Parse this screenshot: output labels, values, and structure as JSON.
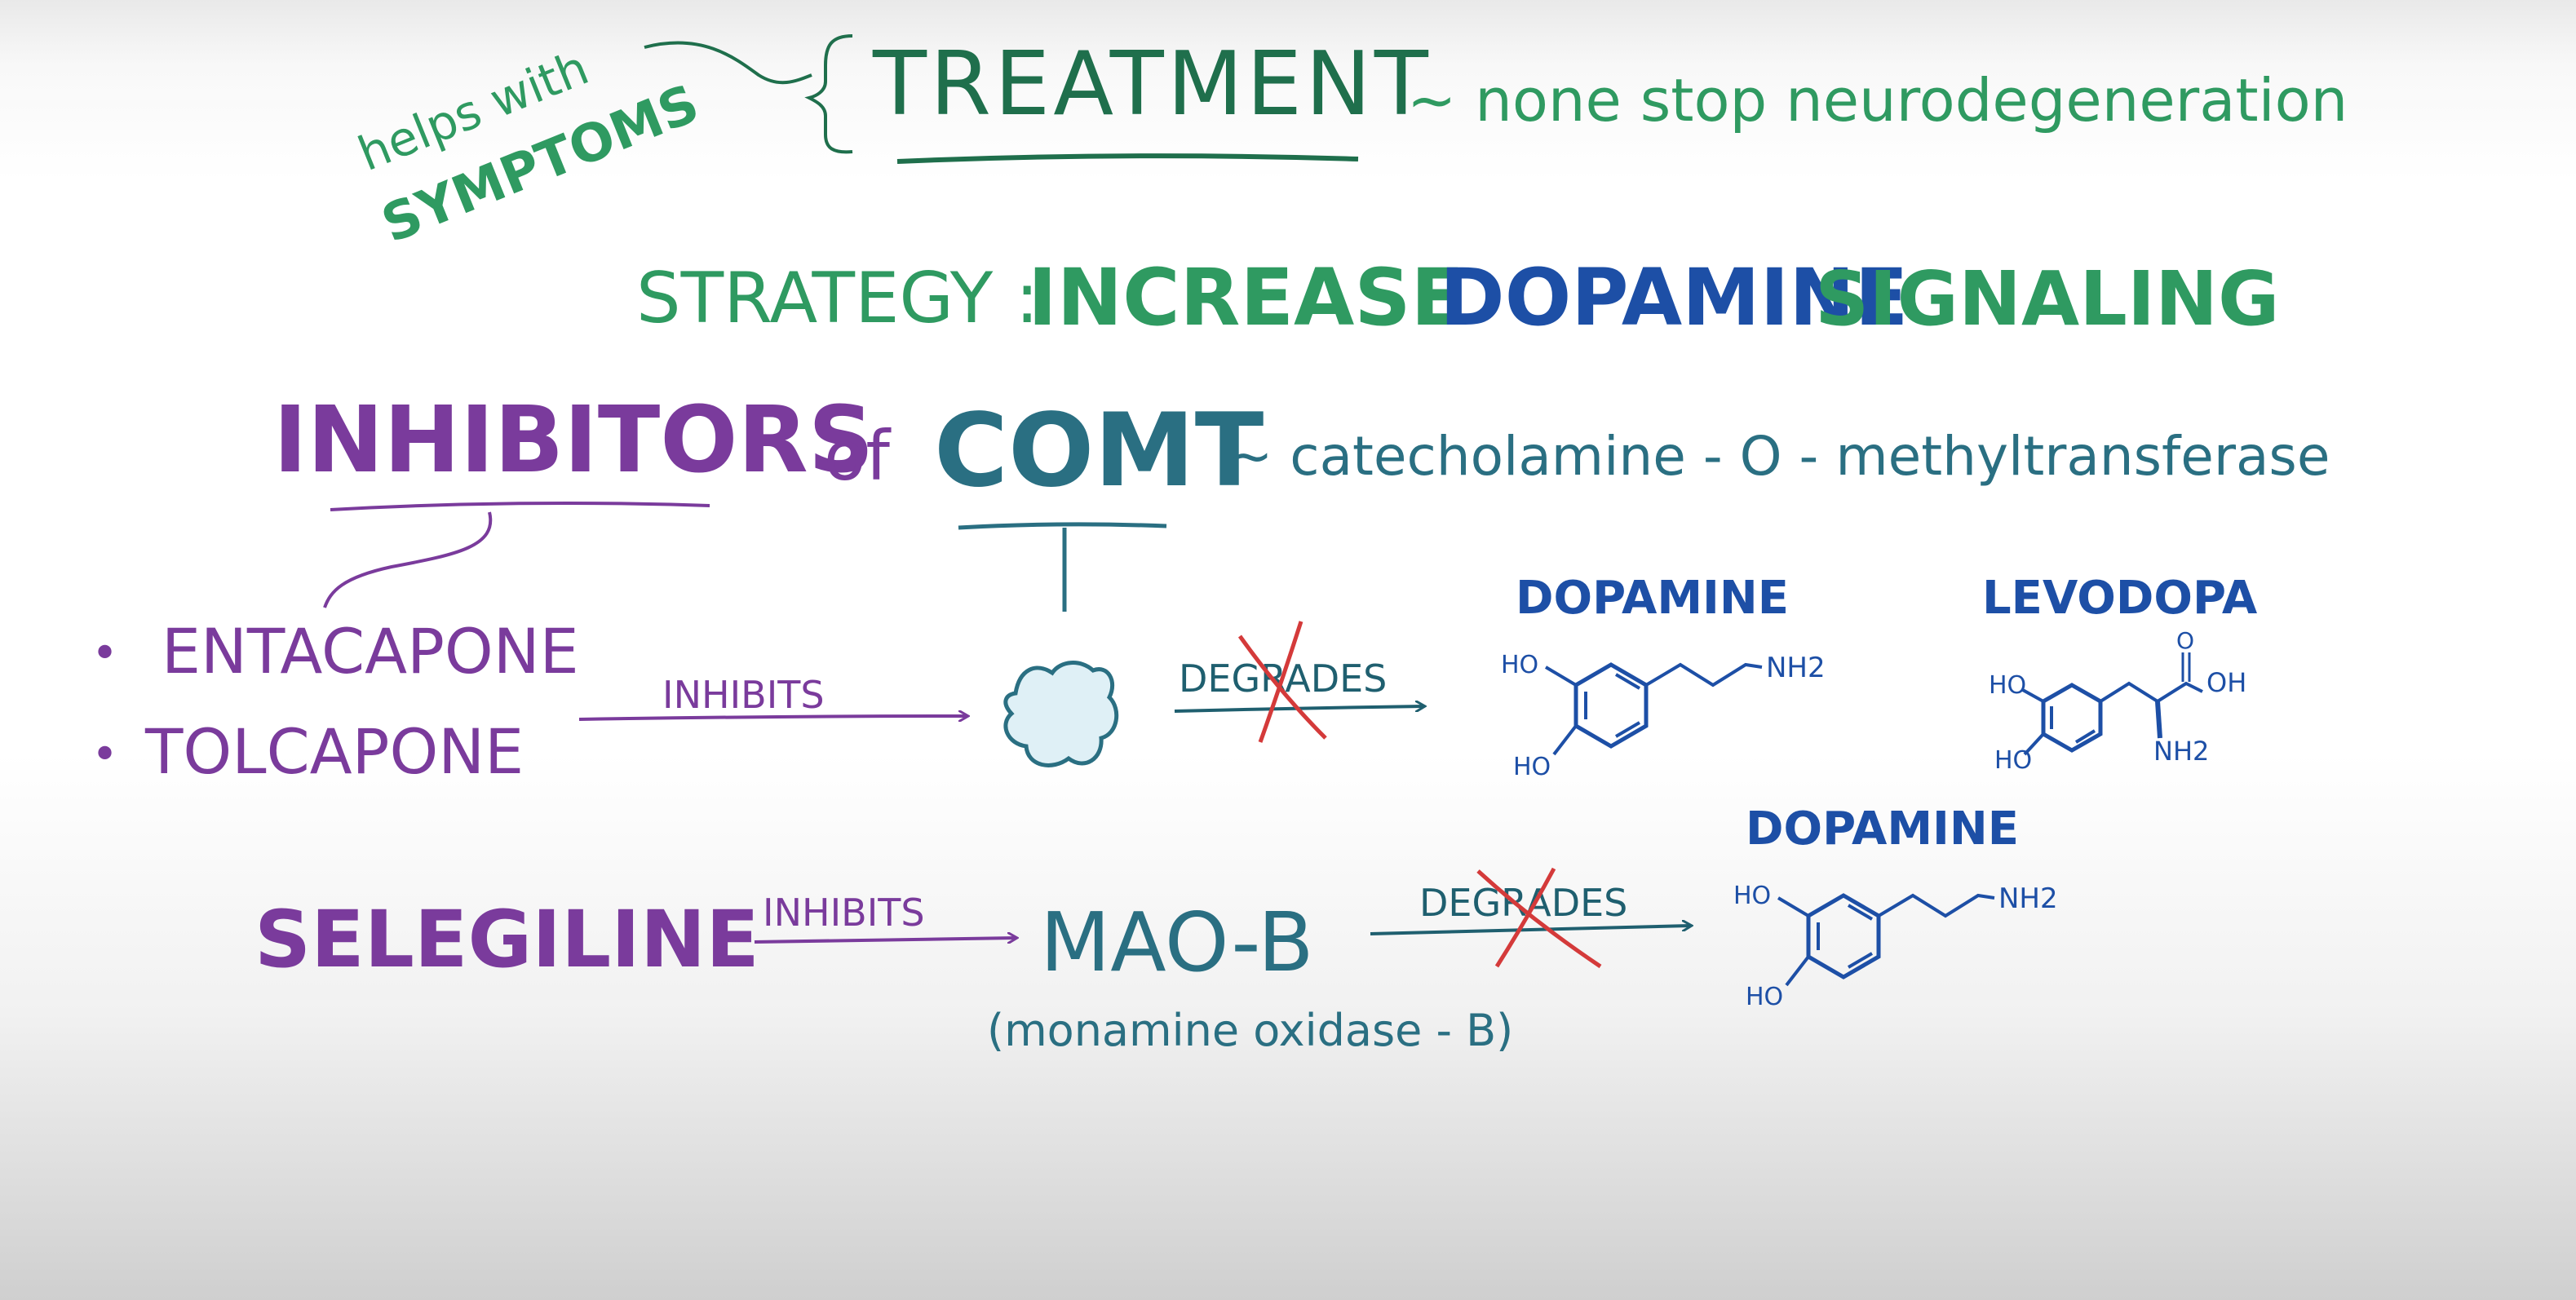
{
  "colors": {
    "green": "#2f9a61",
    "dark_green": "#1f6f4c",
    "blue": "#1d4fa6",
    "purple": "#7a3b9c",
    "teal": "#2a6f82",
    "red": "#d43a3a"
  },
  "header": {
    "note_line1": "helps with",
    "note_line2": "SYMPTOMS",
    "title": "TREATMENT",
    "subtitle": "~ none stop neurodegeneration"
  },
  "strategy": {
    "label": "STRATEGY :",
    "word1": "INCREASE",
    "word2": "DOPAMINE",
    "word3": "SIGNALING"
  },
  "comt": {
    "inhibitors": "INHIBITORS",
    "of": "of",
    "enzyme": "COMT",
    "full_name": "~ catecholamine - O - methyltransferase",
    "drugs": [
      "ENTACAPONE",
      "TOLCAPONE"
    ],
    "bullet": "•",
    "inhibits": "INHIBITS",
    "degrades": "DEGRADES"
  },
  "molecules": {
    "dopamine_title": "DOPAMINE",
    "levodopa_title": "LEVODOPA",
    "ho": "HO",
    "nh2": "NH2",
    "oh": "OH",
    "o": "O"
  },
  "maob": {
    "drug": "SELEGILINE",
    "inhibits": "INHIBITS",
    "enzyme": "MAO-B",
    "full_name": "(monamine oxidase - B)",
    "degrades": "DEGRADES",
    "dopamine_title": "DOPAMINE"
  }
}
